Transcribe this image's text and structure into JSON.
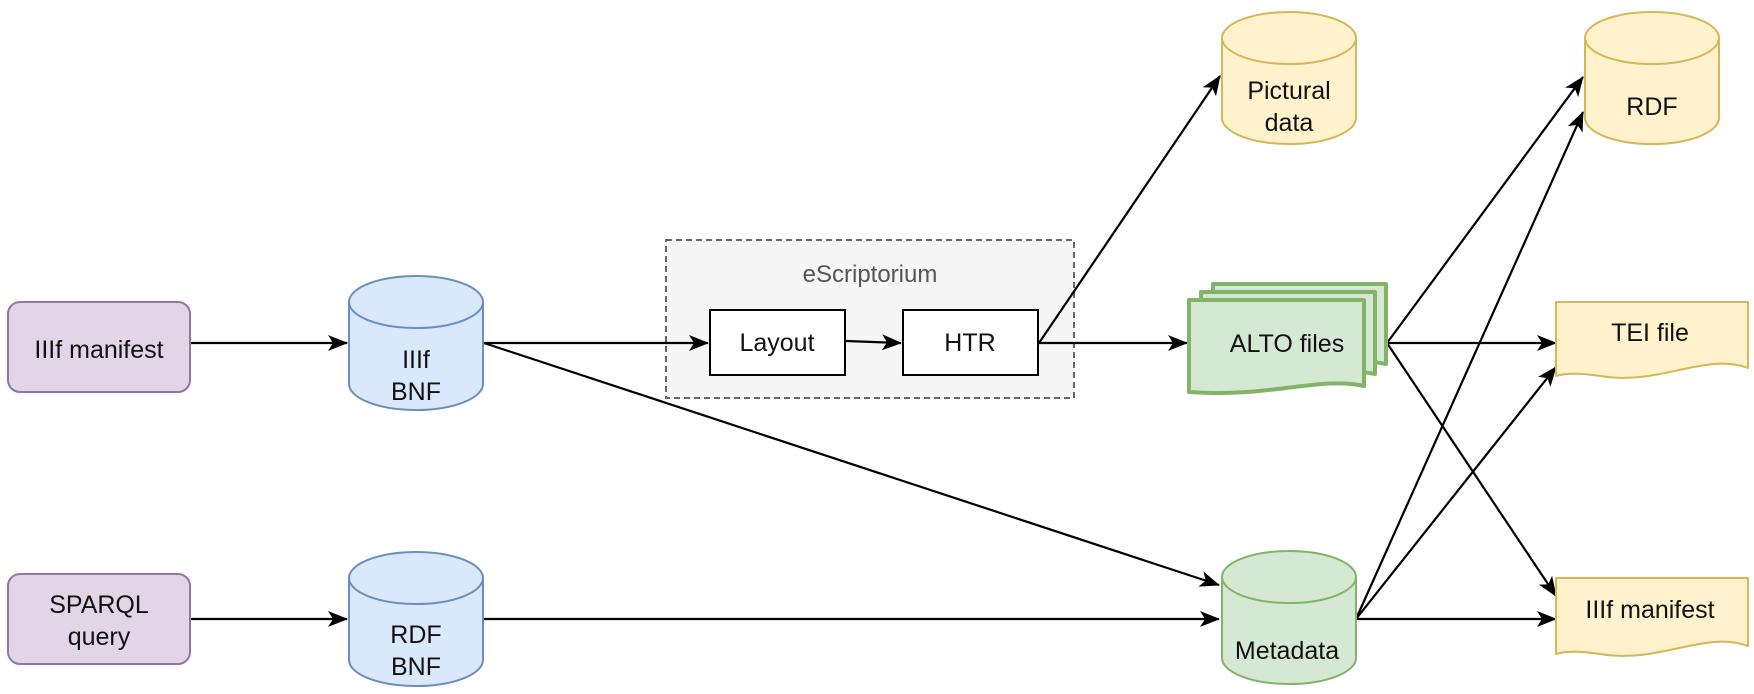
{
  "colors": {
    "purple_fill": "#e1d5e7",
    "purple_stroke": "#9673a6",
    "blue_fill": "#dae8fc",
    "blue_stroke": "#6c8ebf",
    "yellow_fill": "#fff2cc",
    "yellow_stroke": "#d6b656",
    "green_fill": "#d5e8d4",
    "green_stroke": "#82b366",
    "group_fill": "#f5f5f5",
    "group_stroke": "#666666",
    "box_fill": "#ffffff",
    "box_stroke": "#000000"
  },
  "group": {
    "label": "eScriptorium"
  },
  "nodes": {
    "iiif_manifest_src": {
      "label": "IIIf manifest",
      "shape": "rounded-rect"
    },
    "sparql_query": {
      "line1": "SPARQL",
      "line2": "query",
      "shape": "rounded-rect"
    },
    "iiif_bnf": {
      "line1": "IIIf",
      "line2": "BNF",
      "shape": "cylinder"
    },
    "rdf_bnf": {
      "line1": "RDF",
      "line2": "BNF",
      "shape": "cylinder"
    },
    "layout": {
      "label": "Layout",
      "shape": "rect"
    },
    "htr": {
      "label": "HTR",
      "shape": "rect"
    },
    "pictural_data": {
      "line1": "Pictural",
      "line2": "data",
      "shape": "cylinder"
    },
    "alto_files": {
      "label": "ALTO files",
      "shape": "multi-document"
    },
    "metadata": {
      "label": "Metadata",
      "shape": "cylinder"
    },
    "rdf_out": {
      "label": "RDF",
      "shape": "cylinder"
    },
    "tei_file": {
      "label": "TEI file",
      "shape": "document"
    },
    "iiif_manifest_out": {
      "label": "IIIf manifest",
      "shape": "document"
    }
  },
  "edges": [
    {
      "from": "iiif_manifest_src",
      "to": "iiif_bnf"
    },
    {
      "from": "iiif_bnf",
      "to": "layout"
    },
    {
      "from": "layout",
      "to": "htr"
    },
    {
      "from": "htr",
      "to": "alto_files"
    },
    {
      "from": "htr",
      "to": "pictural_data"
    },
    {
      "from": "iiif_bnf",
      "to": "metadata"
    },
    {
      "from": "sparql_query",
      "to": "rdf_bnf"
    },
    {
      "from": "rdf_bnf",
      "to": "metadata"
    },
    {
      "from": "alto_files",
      "to": "rdf_out"
    },
    {
      "from": "alto_files",
      "to": "tei_file"
    },
    {
      "from": "alto_files",
      "to": "iiif_manifest_out"
    },
    {
      "from": "metadata",
      "to": "rdf_out"
    },
    {
      "from": "metadata",
      "to": "tei_file"
    },
    {
      "from": "metadata",
      "to": "iiif_manifest_out"
    }
  ]
}
